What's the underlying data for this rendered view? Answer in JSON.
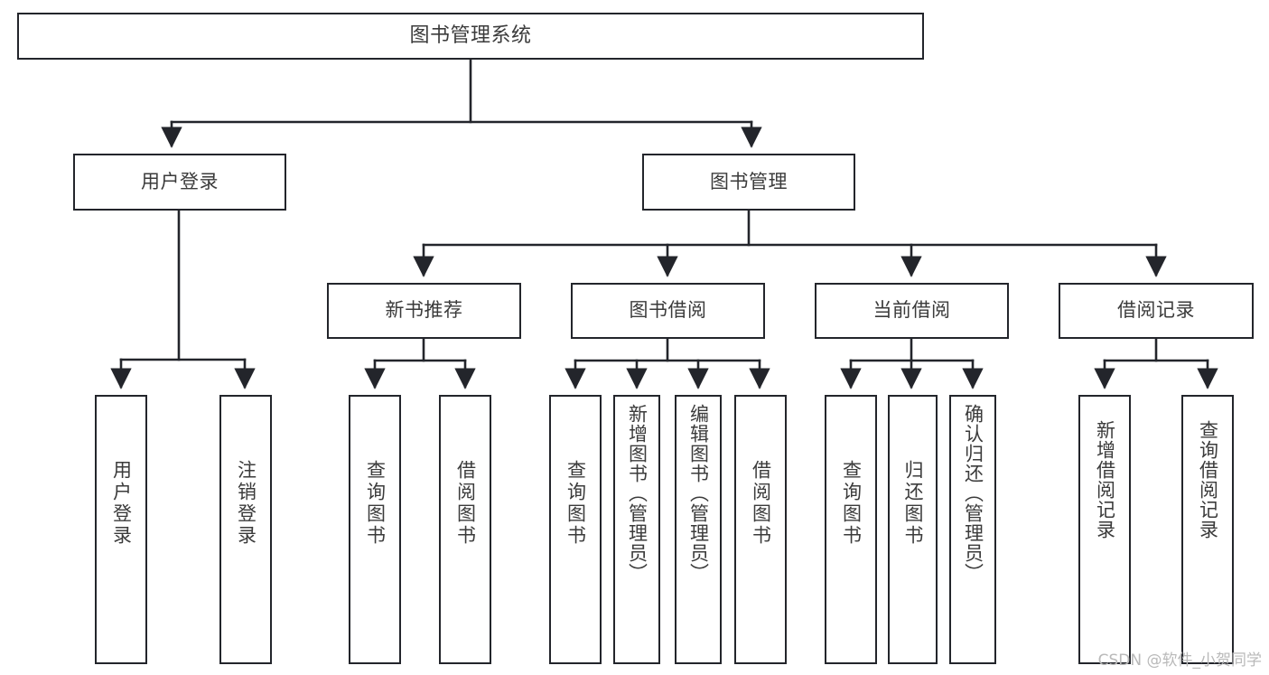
{
  "diagram": {
    "title": "图书管理系统",
    "watermark": "CSDN @软件_小贺同学",
    "colors": {
      "stroke": "#23252b",
      "text": "#3b3b3b",
      "background": "#ffffff",
      "watermark": "#b9b9b9"
    },
    "levels": {
      "root": "图书管理系统",
      "level2": [
        "用户登录",
        "图书管理"
      ],
      "level3": [
        "新书推荐",
        "图书借阅",
        "当前借阅",
        "借阅记录"
      ]
    },
    "nodes": {
      "root": {
        "label": "图书管理系统",
        "level": 1
      },
      "user_login": {
        "label": "用户登录",
        "level": 2
      },
      "book_manage": {
        "label": "图书管理",
        "level": 2
      },
      "new_book_rec": {
        "label": "新书推荐",
        "level": 3
      },
      "book_borrow": {
        "label": "图书借阅",
        "level": 3
      },
      "current_borrow": {
        "label": "当前借阅",
        "level": 3
      },
      "borrow_record": {
        "label": "借阅记录",
        "level": 3
      },
      "leaf_user_login": {
        "label": "用户登录",
        "level": 4
      },
      "leaf_logout_login": {
        "label": "注销登录",
        "level": 4
      },
      "leaf_query_book_1": {
        "label": "查询图书",
        "level": 4
      },
      "leaf_borrow_book_1": {
        "label": "借阅图书",
        "level": 4
      },
      "leaf_query_book_2": {
        "label": "查询图书",
        "level": 4
      },
      "leaf_add_book": {
        "label": "新增图书（管理员）",
        "level": 4
      },
      "leaf_edit_book": {
        "label": "编辑图书（管理员）",
        "level": 4
      },
      "leaf_borrow_book_2": {
        "label": "借阅图书",
        "level": 4
      },
      "leaf_query_book_3": {
        "label": "查询图书",
        "level": 4
      },
      "leaf_return_book": {
        "label": "归还图书",
        "level": 4
      },
      "leaf_confirm_return": {
        "label": "确认归还（管理员）",
        "level": 4
      },
      "leaf_add_record": {
        "label": "新增借阅记录",
        "level": 4
      },
      "leaf_query_record": {
        "label": "查询借阅记录",
        "level": 4
      }
    },
    "edges": [
      {
        "from": "root",
        "to": "user_login"
      },
      {
        "from": "root",
        "to": "book_manage"
      },
      {
        "from": "user_login",
        "to": "leaf_user_login"
      },
      {
        "from": "user_login",
        "to": "leaf_logout_login"
      },
      {
        "from": "book_manage",
        "to": "new_book_rec"
      },
      {
        "from": "book_manage",
        "to": "book_borrow"
      },
      {
        "from": "book_manage",
        "to": "current_borrow"
      },
      {
        "from": "book_manage",
        "to": "borrow_record"
      },
      {
        "from": "new_book_rec",
        "to": "leaf_query_book_1"
      },
      {
        "from": "new_book_rec",
        "to": "leaf_borrow_book_1"
      },
      {
        "from": "book_borrow",
        "to": "leaf_query_book_2"
      },
      {
        "from": "book_borrow",
        "to": "leaf_add_book"
      },
      {
        "from": "book_borrow",
        "to": "leaf_edit_book"
      },
      {
        "from": "book_borrow",
        "to": "leaf_borrow_book_2"
      },
      {
        "from": "current_borrow",
        "to": "leaf_query_book_3"
      },
      {
        "from": "current_borrow",
        "to": "leaf_return_book"
      },
      {
        "from": "current_borrow",
        "to": "leaf_confirm_return"
      },
      {
        "from": "borrow_record",
        "to": "leaf_add_record"
      },
      {
        "from": "borrow_record",
        "to": "leaf_query_record"
      }
    ]
  }
}
